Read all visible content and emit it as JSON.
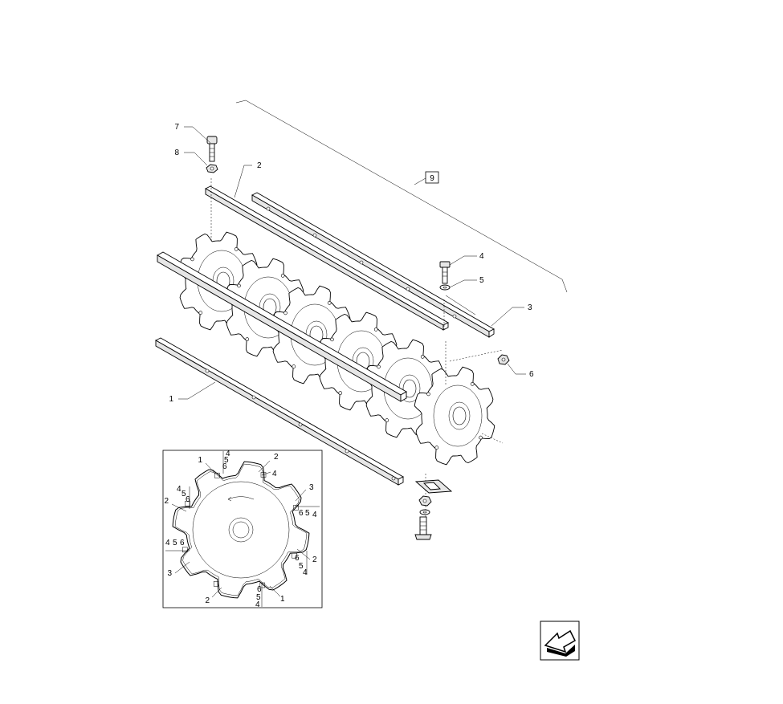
{
  "callouts": {
    "c1": "1",
    "c2": "2",
    "c3": "3",
    "c4": "4",
    "c5": "5",
    "c6": "6",
    "c7": "7",
    "c8": "8",
    "c9": "9"
  },
  "detail": {
    "n1a": "1",
    "n1b": "1",
    "n2a": "2",
    "n2b": "2",
    "n2c": "2",
    "n2d": "2",
    "n3a": "3",
    "n3b": "3",
    "s1": [
      "4",
      "5",
      "6"
    ],
    "s2": [
      "4",
      "5",
      "6"
    ],
    "s3": [
      "6",
      "5",
      "4"
    ],
    "s4": [
      "4",
      "5",
      "6"
    ],
    "s5": [
      "6",
      "5",
      "4"
    ],
    "s6": [
      "6",
      "5",
      "4"
    ],
    "n4a": "4"
  },
  "nav_icon": "arrow-navigation-icon"
}
